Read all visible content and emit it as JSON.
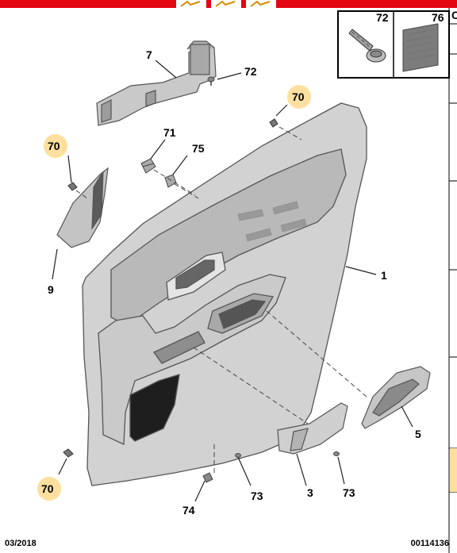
{
  "header": {
    "bar_color": "#e30613",
    "highlight_color": "#fde0a0"
  },
  "inset": {
    "labels": [
      "72",
      "76"
    ],
    "side_label": "C"
  },
  "callouts": {
    "c7": "7",
    "c72": "72",
    "c70_top": "70",
    "c70_left": "70",
    "c71": "71",
    "c75": "75",
    "c9": "9",
    "c1": "1",
    "c5": "5",
    "c3": "3",
    "c73_right": "73",
    "c73_mid": "73",
    "c74": "74",
    "c70_bottom": "70"
  },
  "footer": {
    "date": "03/2018",
    "ref": "00114136"
  }
}
